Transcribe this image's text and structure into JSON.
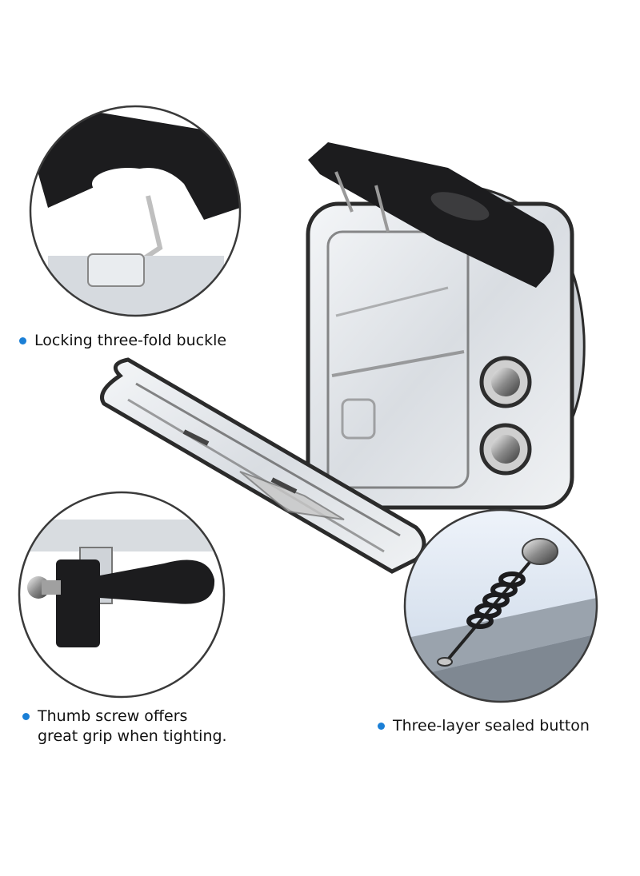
{
  "colors": {
    "accent_dot": "#1a7fd6",
    "text": "#111111",
    "housing_black": "#1c1c1e",
    "clear_plastic": "#e9ecef",
    "inset_border": "#3a3a3a"
  },
  "captions": {
    "buckle": "Locking three-fold buckle",
    "thumb_line1": "Thumb screw offers",
    "thumb_line2": "great grip when tighting.",
    "button": "Three-layer sealed button"
  },
  "insets": [
    {
      "name": "buckle-detail",
      "subject": "three-fold buckle latch closeup"
    },
    {
      "name": "thumb-screw-detail",
      "subject": "mount with thumb screw closeup"
    },
    {
      "name": "sealed-button-detail",
      "subject": "spring button closeup"
    }
  ],
  "main_subject": "clear waterproof dive housing with open back door"
}
